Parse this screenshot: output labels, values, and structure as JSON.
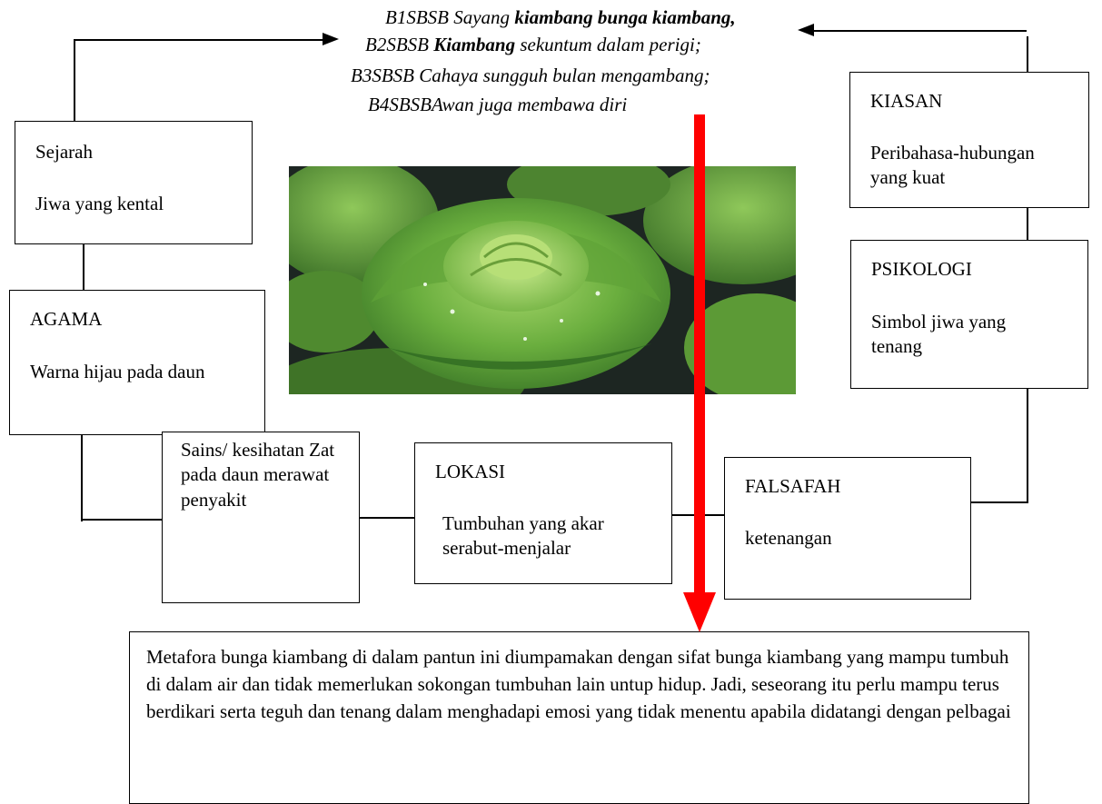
{
  "poem": {
    "line1": {
      "prefix": "B1SBSB Sayang ",
      "bold": "kiambang bunga kiambang",
      "suffix": ","
    },
    "line2": {
      "prefix": "B2SBSB ",
      "bold": "Kiambang",
      "suffix": " sekuntum dalam perigi;"
    },
    "line3": "B3SBSB Cahaya sungguh bulan mengambang;",
    "line4": "B4SBSBAwan juga membawa diri"
  },
  "boxes": {
    "sejarah": {
      "title": "Sejarah",
      "text": "Jiwa yang kental"
    },
    "agama": {
      "title": "AGAMA",
      "text": "Warna hijau pada daun"
    },
    "sains": {
      "text": "Sains/ kesihatan Zat pada daun merawat penyakit"
    },
    "lokasi": {
      "title": "LOKASI",
      "text": "Tumbuhan yang akar serabut-menjalar"
    },
    "falsafah": {
      "title": "FALSAFAH",
      "text": "ketenangan"
    },
    "kiasan": {
      "title": "KIASAN",
      "text": "Peribahasa-hubungan yang kuat"
    },
    "psikologi": {
      "title": "PSIKOLOGI",
      "text": "Simbol jiwa yang tenang"
    }
  },
  "summary": "Metafora bunga kiambang di dalam pantun ini diumpamakan dengan sifat bunga kiambang yang mampu tumbuh di dalam air dan tidak memerlukan sokongan tumbuhan lain untup hidup. Jadi, seseorang itu perlu mampu terus berdikari  serta teguh dan tenang dalam menghadapi emosi yang tidak menentu  apabila didatangi dengan pelbagai",
  "colors": {
    "arrow": "#ff0000",
    "leaf_dark": "#2f6a22",
    "leaf_light": "#7cbf4a",
    "water": "#1d2622"
  }
}
